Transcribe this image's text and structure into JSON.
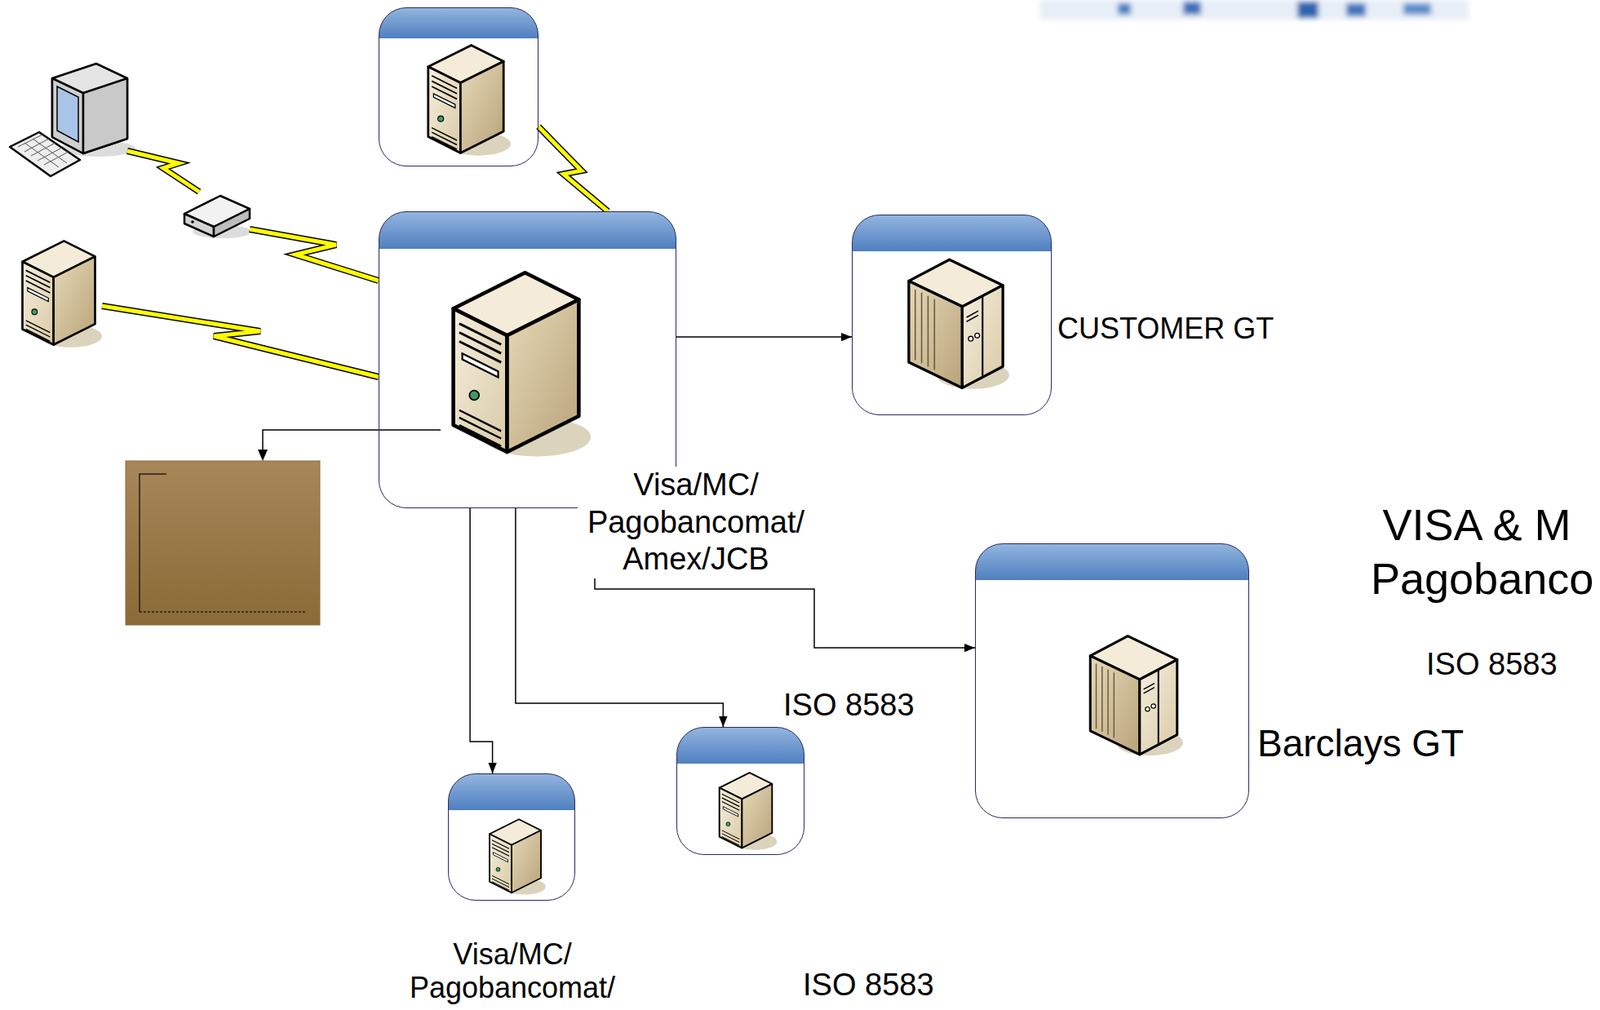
{
  "diagram": {
    "nodes": [
      {
        "text": []
      },
      {
        "text": []
      },
      {
        "text": [
          "CUSTOMER GT"
        ]
      },
      {
        "text": [
          "Barclays GT"
        ]
      },
      {
        "text": [
          "ISO 8583"
        ]
      },
      {
        "text": [
          "Visa/MC/ Pagobancomat/"
        ]
      }
    ],
    "edges": [
      {
        "from": 0,
        "to": 1,
        "arrow": "none"
      },
      {
        "from": 1,
        "to": 2,
        "arrow": "to"
      },
      {
        "from": 1,
        "to": 3,
        "arrow": "to",
        "label": "Visa/MC/ Pagobancomat/ Amex/JCB"
      },
      {
        "from": 1,
        "to": 4,
        "arrow": "to"
      },
      {
        "from": 1,
        "to": 5,
        "arrow": "to"
      }
    ],
    "labels": [
      "ISO 8583",
      "VISA & M Pagobanco",
      "ISO 8583"
    ]
  }
}
